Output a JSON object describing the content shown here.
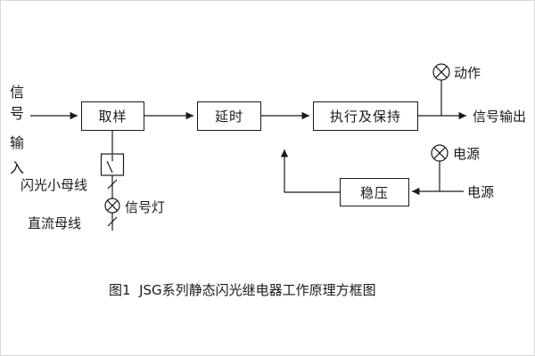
{
  "canvas": {
    "background": "#ffffff",
    "line_color": "#1a1a1a",
    "border_color": "#d8d8d8"
  },
  "input": {
    "label": "信号输入",
    "chars": [
      "信",
      "号",
      "输",
      "入"
    ]
  },
  "boxes": {
    "sampling": "取样",
    "delay": "延时",
    "execute_hold": "执行及保持",
    "regulator": "稳压"
  },
  "labels": {
    "action": "动作",
    "signal_output": "信号输出",
    "power_lamp": "电源",
    "power_source": "电源",
    "flash_small_busbar": "闪光小母线",
    "signal_lamp": "信号灯",
    "dc_busbar": "直流母线"
  },
  "caption": "图1  JSG系列静态闪光继电器工作原理方框图",
  "icons": {
    "action_lamp": "lamp-circle-x-icon",
    "power_lamp": "lamp-circle-x-icon",
    "signal_lamp": "lamp-circle-x-icon",
    "switch": "switch-contact-icon",
    "busbar_tick": "slash-tick-icon"
  }
}
